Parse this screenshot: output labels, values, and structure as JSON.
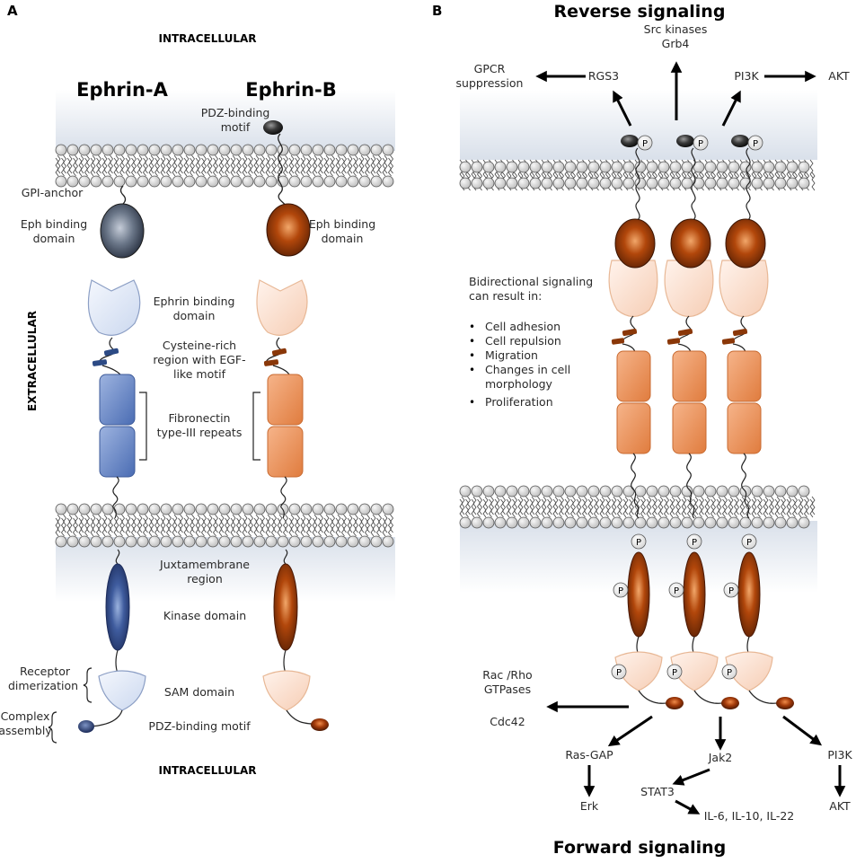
{
  "panel_a": {
    "letter": "A",
    "intracellular_top": "INTRACELLULAR",
    "intracellular_bottom": "INTRACELLULAR",
    "extracellular": "EXTRACELLULAR",
    "ephrin_a": "Ephrin-A",
    "ephrin_b": "Ephrin-B",
    "pdz_binding_motif_top": [
      "PDZ-binding",
      "motif"
    ],
    "gpi_anchor": "GPI-anchor",
    "eph_binding_left": [
      "Eph binding",
      "domain"
    ],
    "eph_binding_right": [
      "Eph binding",
      "domain"
    ],
    "ephrin_binding_domain": [
      "Ephrin binding",
      "domain"
    ],
    "cysteine_rich": [
      "Cysteine-rich",
      "region with EGF-",
      "like motif"
    ],
    "fibronectin": [
      "Fibronectin",
      "type-III repeats"
    ],
    "juxtamembrane": [
      "Juxtamembrane",
      "region"
    ],
    "kinase_domain": "Kinase domain",
    "sam_domain": "SAM domain",
    "pdz_binding_motif_bottom": "PDZ-binding motif",
    "receptor_dimerization": [
      "Receptor",
      "dimerization"
    ],
    "complex_assembly": [
      "Complex",
      "assembly"
    ]
  },
  "panel_b": {
    "letter": "B",
    "reverse_signaling": "Reverse signaling",
    "forward_signaling": "Forward signaling",
    "gpcr_suppression": [
      "GPCR",
      "suppression"
    ],
    "rgs3": "RGS3",
    "src_kinases": [
      "Src kinases",
      "Grb4"
    ],
    "pi3k_top": "PI3K",
    "akt_top": "AKT",
    "bidirectional": [
      "Bidirectional signaling",
      "can result in:"
    ],
    "outcomes": [
      "Cell adhesion",
      "Cell repulsion",
      "Migration",
      "Changes in cell",
      "morphology",
      "Proliferation"
    ],
    "rac_rho": [
      "Rac /Rho",
      "GTPases"
    ],
    "cdc42": "Cdc42",
    "ras_gap": "Ras-GAP",
    "erk": "Erk",
    "jak2": "Jak2",
    "stat3": "STAT3",
    "interleukins": "IL-6, IL-10, IL-22",
    "pi3k_bottom": "PI3K",
    "akt_bottom": "AKT",
    "phospho": "P"
  },
  "colors": {
    "blue_dark": "#2c4a85",
    "blue_light": "#e6eef9",
    "brown_dark": "#8a3708",
    "brown_light": "#fbe3d6",
    "orange": "#ef9a66",
    "membrane_fill": "#e0e0e0"
  }
}
